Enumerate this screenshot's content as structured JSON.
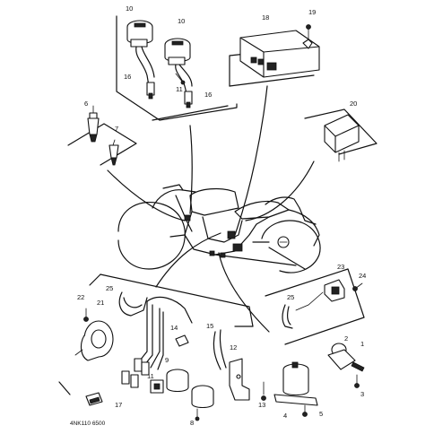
{
  "callouts": [
    "1",
    "2",
    "3",
    "4",
    "5",
    "6",
    "7",
    "8",
    "9",
    "10",
    "11",
    "12",
    "13",
    "14",
    "15",
    "16",
    "17",
    "18",
    "19",
    "20",
    "21",
    "22",
    "23",
    "24",
    "25"
  ],
  "footer": {
    "diagram_code": "4NK110 6500"
  }
}
